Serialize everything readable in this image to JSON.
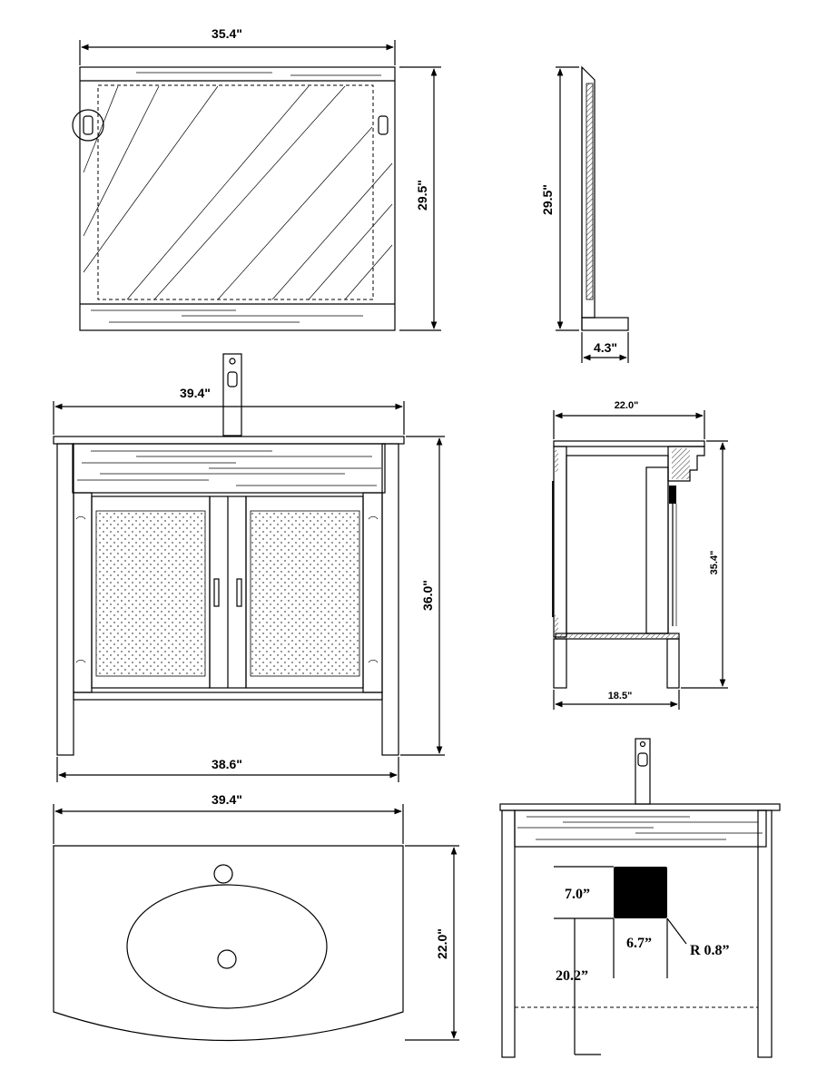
{
  "mirror_front": {
    "width": "35.4\"",
    "height": "29.5\""
  },
  "mirror_side": {
    "height": "29.5\"",
    "depth": "4.3\""
  },
  "cabinet_front": {
    "top_width": "39.4\"",
    "height": "36.0\"",
    "base_width": "38.6\""
  },
  "cabinet_side": {
    "top_depth": "22.0\"",
    "height": "35.4\"",
    "base_depth": "18.5\""
  },
  "sink_top": {
    "width": "39.4\"",
    "depth": "22.0\""
  },
  "plumbing": {
    "opening_height": "7.0”",
    "opening_width": "6.7”",
    "radius": "R 0.8”",
    "drain_height": "20.2”"
  },
  "colors": {
    "line": "#000000",
    "background": "#ffffff"
  }
}
